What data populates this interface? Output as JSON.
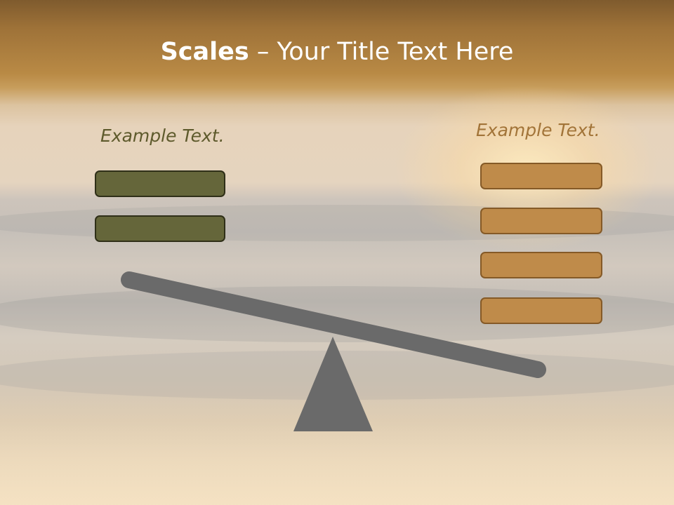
{
  "slide": {
    "title_bold": "Scales",
    "title_rest": " – Your Title Text Here"
  },
  "left_pan": {
    "label": "Example Text.",
    "box_count": 2,
    "box_color": "#65663a"
  },
  "right_pan": {
    "label": "Example Text.",
    "box_count": 4,
    "box_color": "#bf8b4a"
  },
  "beam_color": "#6a6a6a",
  "background": "sunset-beach-photo"
}
